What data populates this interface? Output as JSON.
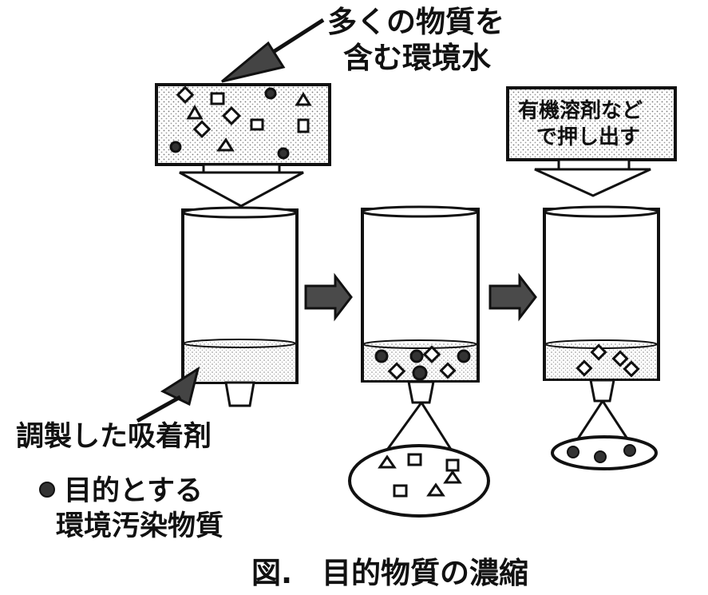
{
  "labels": {
    "environmental_water": [
      "多くの物質を",
      "含む環境水"
    ],
    "organic_solvent": [
      "有機溶剤など",
      "で押し出す"
    ],
    "adsorbent": "調製した吸着剤",
    "target_legend": [
      "目的とする",
      "環境汚染物質"
    ],
    "caption": "図.　目的物質の濃縮"
  },
  "colors": {
    "ink": "#111111",
    "stipple": "#c9c9c9",
    "particle": "#333333",
    "arrow_fill": "#4a4a4a"
  }
}
